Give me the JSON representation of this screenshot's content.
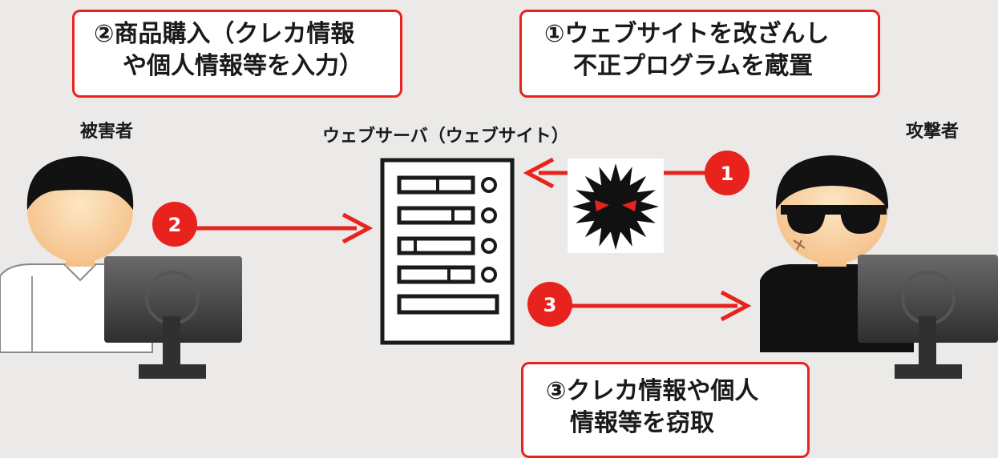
{
  "callouts": {
    "step2": {
      "line1": "②商品購入（クレカ情報",
      "line2": "や個人情報等を入力）"
    },
    "step1": {
      "line1": "①ウェブサイトを改ざんし",
      "line2": "不正プログラムを蔵置"
    },
    "step3": {
      "line1": "③クレカ情報や個人",
      "line2": "情報等を窃取"
    }
  },
  "labels": {
    "victim": "被害者",
    "server": "ウェブサーバ（ウェブサイト）",
    "attacker": "攻撃者"
  },
  "badges": {
    "one": "1",
    "two": "2",
    "three": "3"
  },
  "icons": {
    "victim": "person-at-computer-icon",
    "server": "server-rack-icon",
    "malware": "malware-virus-icon",
    "attacker": "hacker-with-sunglasses-icon"
  },
  "colors": {
    "accent": "#e8231e",
    "dark": "#1a1a1a"
  }
}
